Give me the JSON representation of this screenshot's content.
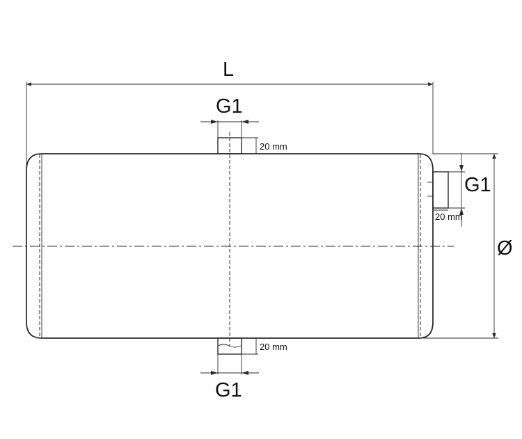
{
  "labels": {
    "length": "L",
    "diameter": "Ø",
    "port_top": "G1",
    "port_bottom": "G1",
    "port_side": "G1",
    "dim_top": "20 mm",
    "dim_bottom": "20 mm",
    "dim_side": "20 mm"
  }
}
